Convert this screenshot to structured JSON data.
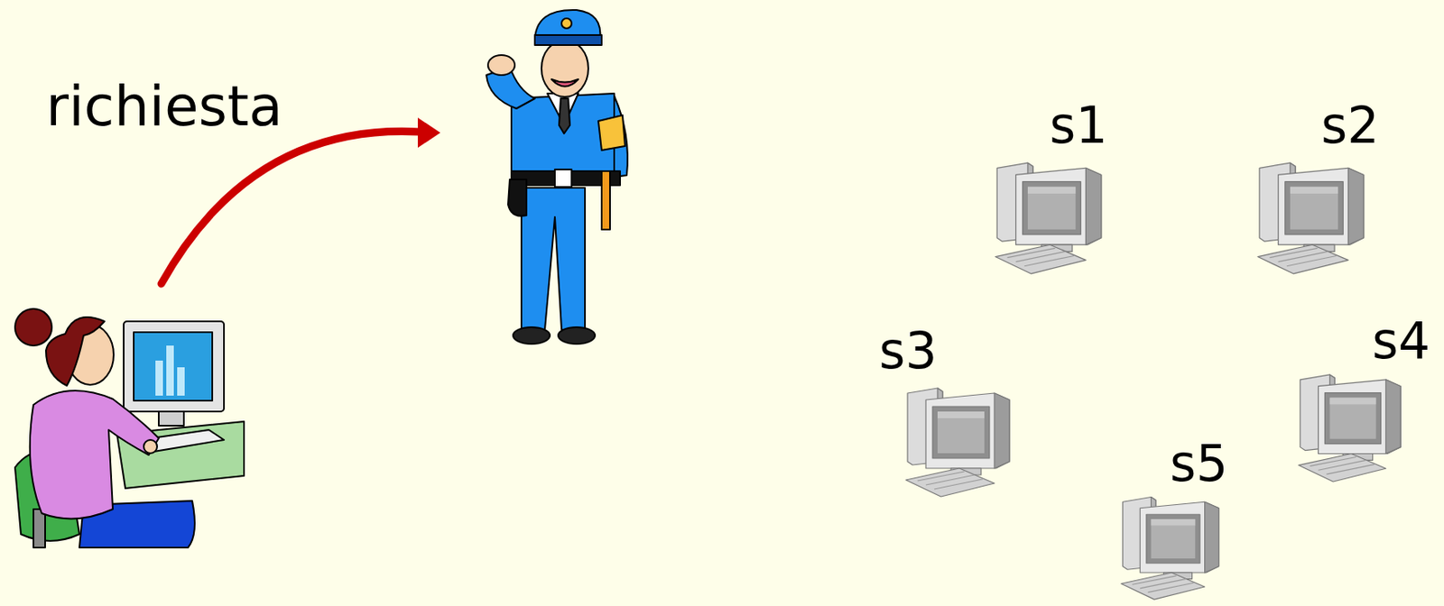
{
  "diagram": {
    "nodes": [
      {
        "text": [
          "s1"
        ]
      },
      {
        "text": [
          "s2"
        ]
      },
      {
        "text": [
          "s3"
        ]
      },
      {
        "text": [
          "s4"
        ]
      },
      {
        "text": [
          "s5"
        ]
      }
    ],
    "labels": [
      "richiesta"
    ]
  }
}
